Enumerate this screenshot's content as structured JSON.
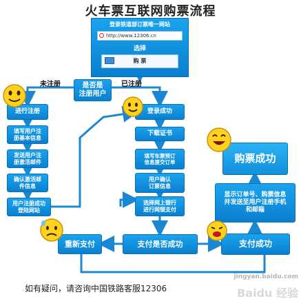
{
  "title": "火车票互联网购票流程",
  "top_panel": {
    "header": "登录铁道部订票唯一网站",
    "url": "http://www.12306.cn",
    "choose_label": "选择",
    "buy_label": "购    票"
  },
  "decision_registered": "是否是\n注册用户",
  "label_unregistered": "未注册",
  "label_registered": "已注册",
  "left_steps": [
    "进行注册",
    "填写用户注\n册基本信息",
    "发送用户注\n册激活邮件",
    "确认激活邮\n件信息",
    "用户注册成功\n登陆网站"
  ],
  "mid_steps": [
    "登录成功",
    "下载证书",
    "填写车票预订\n信息提交订单",
    "用户确认\n订票信息",
    "选择网上银行\n进行网银支付"
  ],
  "decision_payment": "支付是否成功",
  "repay": "重新支付",
  "pay_success": "支付成功",
  "show_info": "显示订单号、购票信息\n并发送至用户注册手机\n和邮箱",
  "purchase_success": "购票成功",
  "footer": "如有疑问，请咨询中国铁路客服12306",
  "watermark": "Baidu 经验",
  "watermark_sub": "jingyan.baidu.com",
  "colors": {
    "box": "#0a8ad6",
    "arrow": "#1a87d2",
    "smiley": "#ffd21f"
  },
  "icons": [
    "smiley-icon",
    "browser-icon",
    "monitor-icon"
  ]
}
